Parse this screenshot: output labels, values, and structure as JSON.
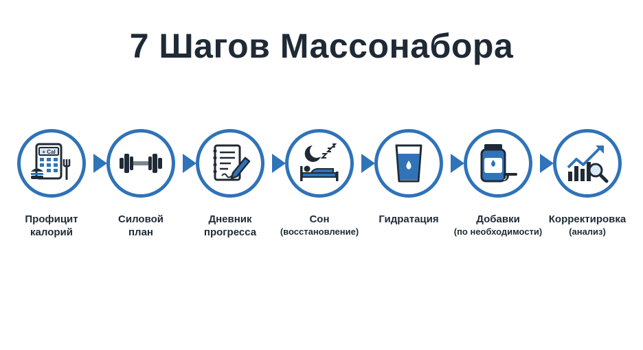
{
  "title": "7 Шагов Массонабора",
  "steps": [
    {
      "line1": "Профицит",
      "line2": "калорий",
      "sub": "",
      "icon": "calorie-calculator-icon"
    },
    {
      "line1": "Силовой",
      "line2": "план",
      "sub": "",
      "icon": "dumbbell-icon"
    },
    {
      "line1": "Дневник",
      "line2": "прогресса",
      "sub": "",
      "icon": "notebook-pen-icon"
    },
    {
      "line1": "Сон",
      "line2": "",
      "sub": "(восстановление)",
      "icon": "sleep-icon"
    },
    {
      "line1": "Гидратация",
      "line2": "",
      "sub": "",
      "icon": "water-glass-icon"
    },
    {
      "line1": "Добавки",
      "line2": "",
      "sub": "(по необходимости)",
      "icon": "supplement-jar-icon"
    },
    {
      "line1": "Корректировка",
      "line2": "",
      "sub": "(анализ)",
      "icon": "growth-analysis-icon"
    }
  ],
  "icon_text": {
    "calculator": "+ Cal"
  },
  "colors": {
    "accent": "#2f73b8",
    "dark": "#1f2a36",
    "light_blue": "#dbe9f6"
  }
}
